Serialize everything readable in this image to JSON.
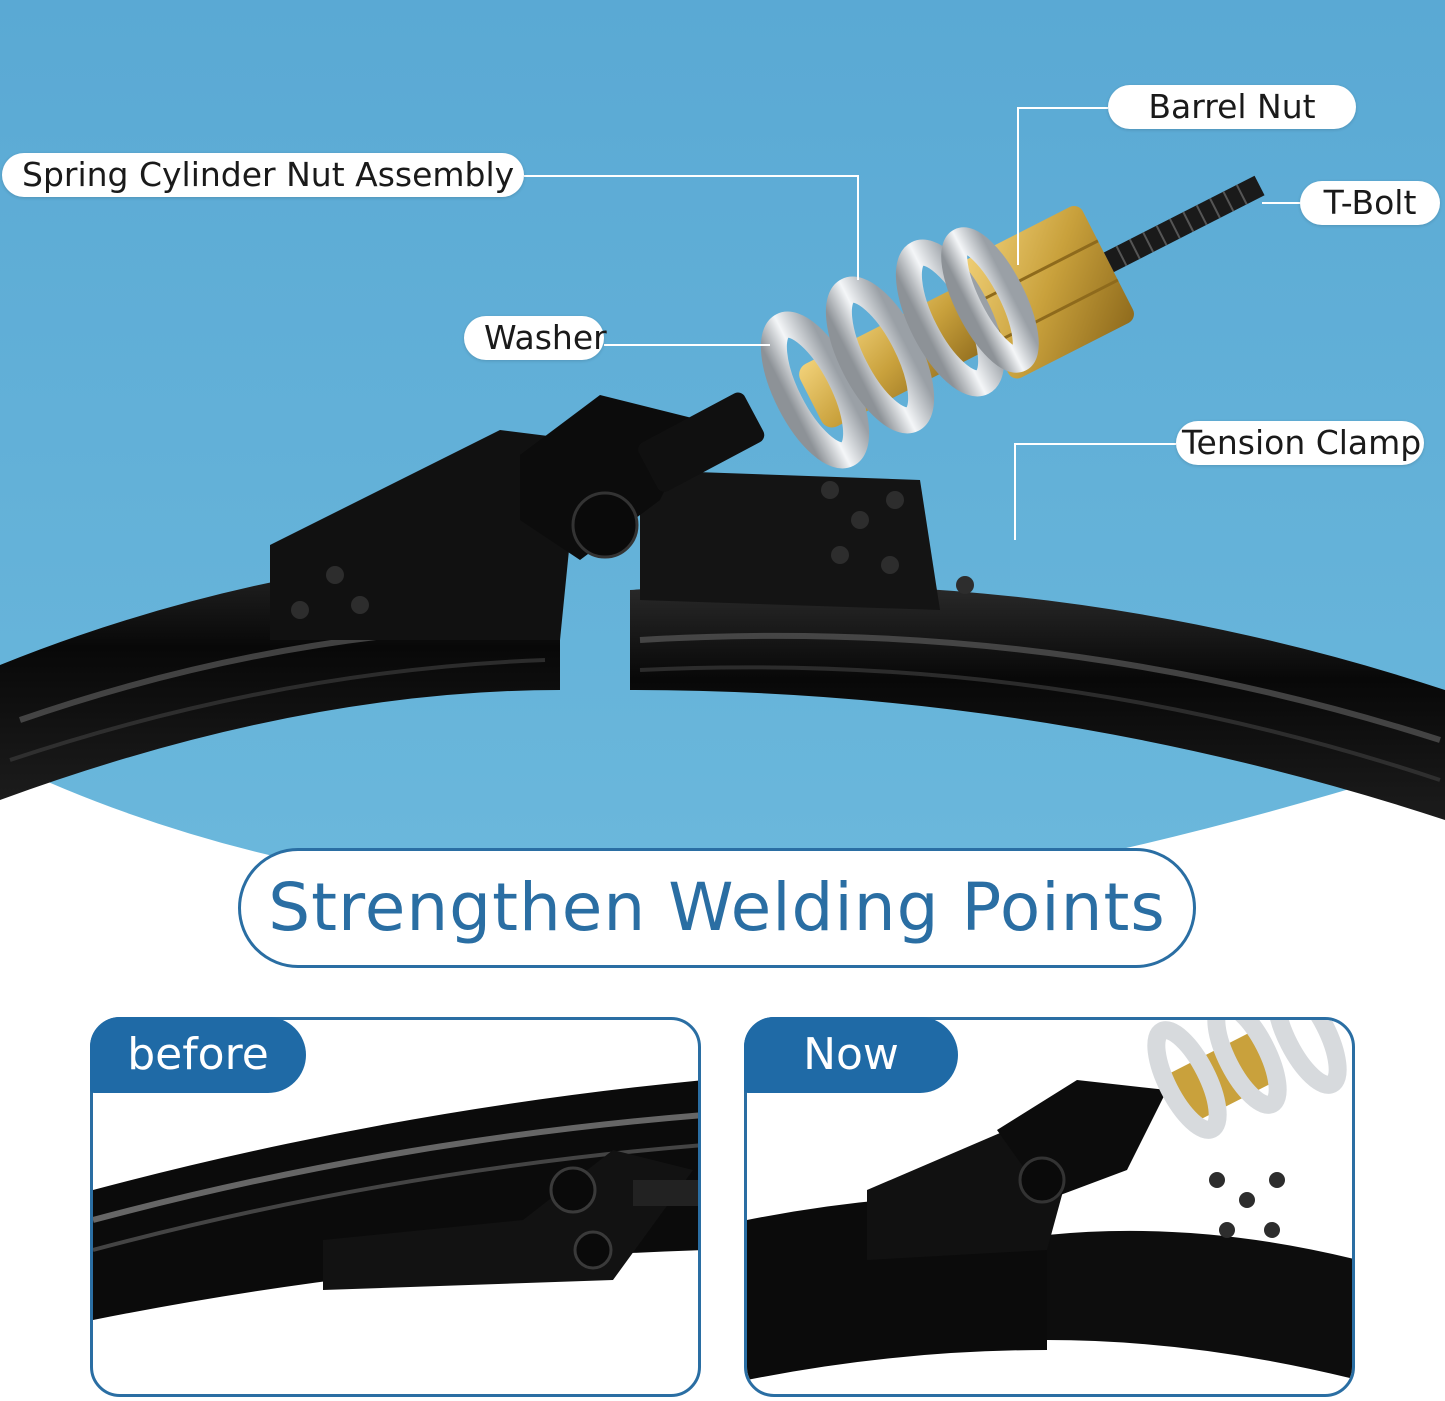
{
  "callouts": {
    "spring_cylinder": "Spring Cylinder Nut Assembly",
    "barrel_nut": "Barrel Nut",
    "t_bolt": "T-Bolt",
    "washer": "Washer",
    "tension_clamp": "Tension Clamp"
  },
  "headline": "Strengthen Welding Points",
  "comparison": {
    "before_label": "before",
    "now_label": "Now"
  },
  "colors": {
    "sky_blue": "#5fb0d6",
    "accent_blue": "#2a6ea3",
    "tag_blue": "#1f6aa6",
    "clamp_black": "#0d0d0d",
    "brass": "#c9a13c",
    "spring_silver": "#c8ccd0"
  }
}
